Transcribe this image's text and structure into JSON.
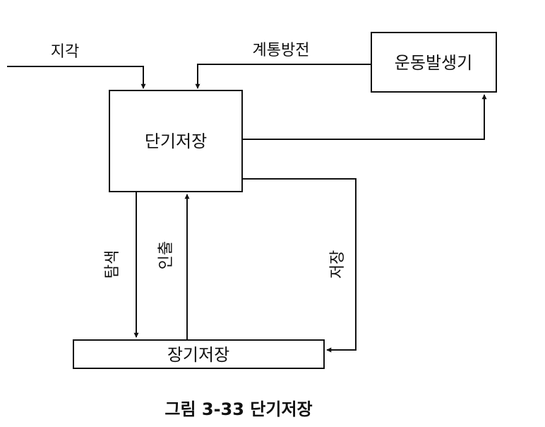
{
  "nodes": {
    "short_term": "단기저장",
    "motor": "운동발생기",
    "long_term": "장기저장"
  },
  "edges": {
    "perception": "지각",
    "rehearsal": "계통방전",
    "search": "탐색",
    "retrieval": "인출",
    "storage": "저장"
  },
  "caption": "그림 3-33 단기저장"
}
